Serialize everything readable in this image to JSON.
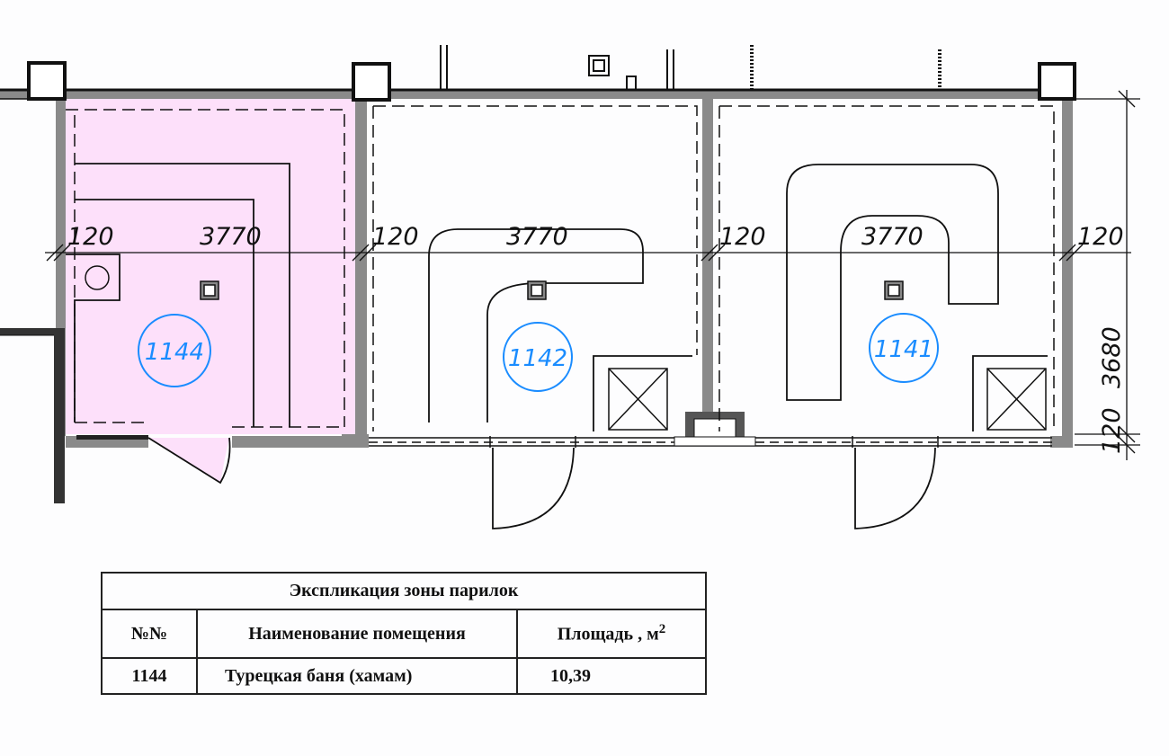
{
  "plan": {
    "rooms": [
      {
        "number": "1144",
        "highlighted": true
      },
      {
        "number": "1142",
        "highlighted": false
      },
      {
        "number": "1141",
        "highlighted": false
      }
    ],
    "dimensions": {
      "wall_1": "120",
      "room_1": "3770",
      "wall_2": "120",
      "room_2": "3770",
      "wall_3": "120",
      "room_3": "3770",
      "wall_4": "120",
      "depth": "3680",
      "bottom_wall": "120"
    },
    "colors": {
      "highlight": "#fde0fa",
      "wall": "#8a8a8a",
      "room_tag": "#1a8cff"
    }
  },
  "table": {
    "title": "Экспликация зоны парилок",
    "headers": {
      "number": "№№",
      "name": "Наименование помещения",
      "area": "Площадь , м",
      "area_unit_sup": "2"
    },
    "rows": [
      {
        "number": "1144",
        "name": "Турецкая баня (хамам)",
        "area": "10,39"
      }
    ]
  }
}
